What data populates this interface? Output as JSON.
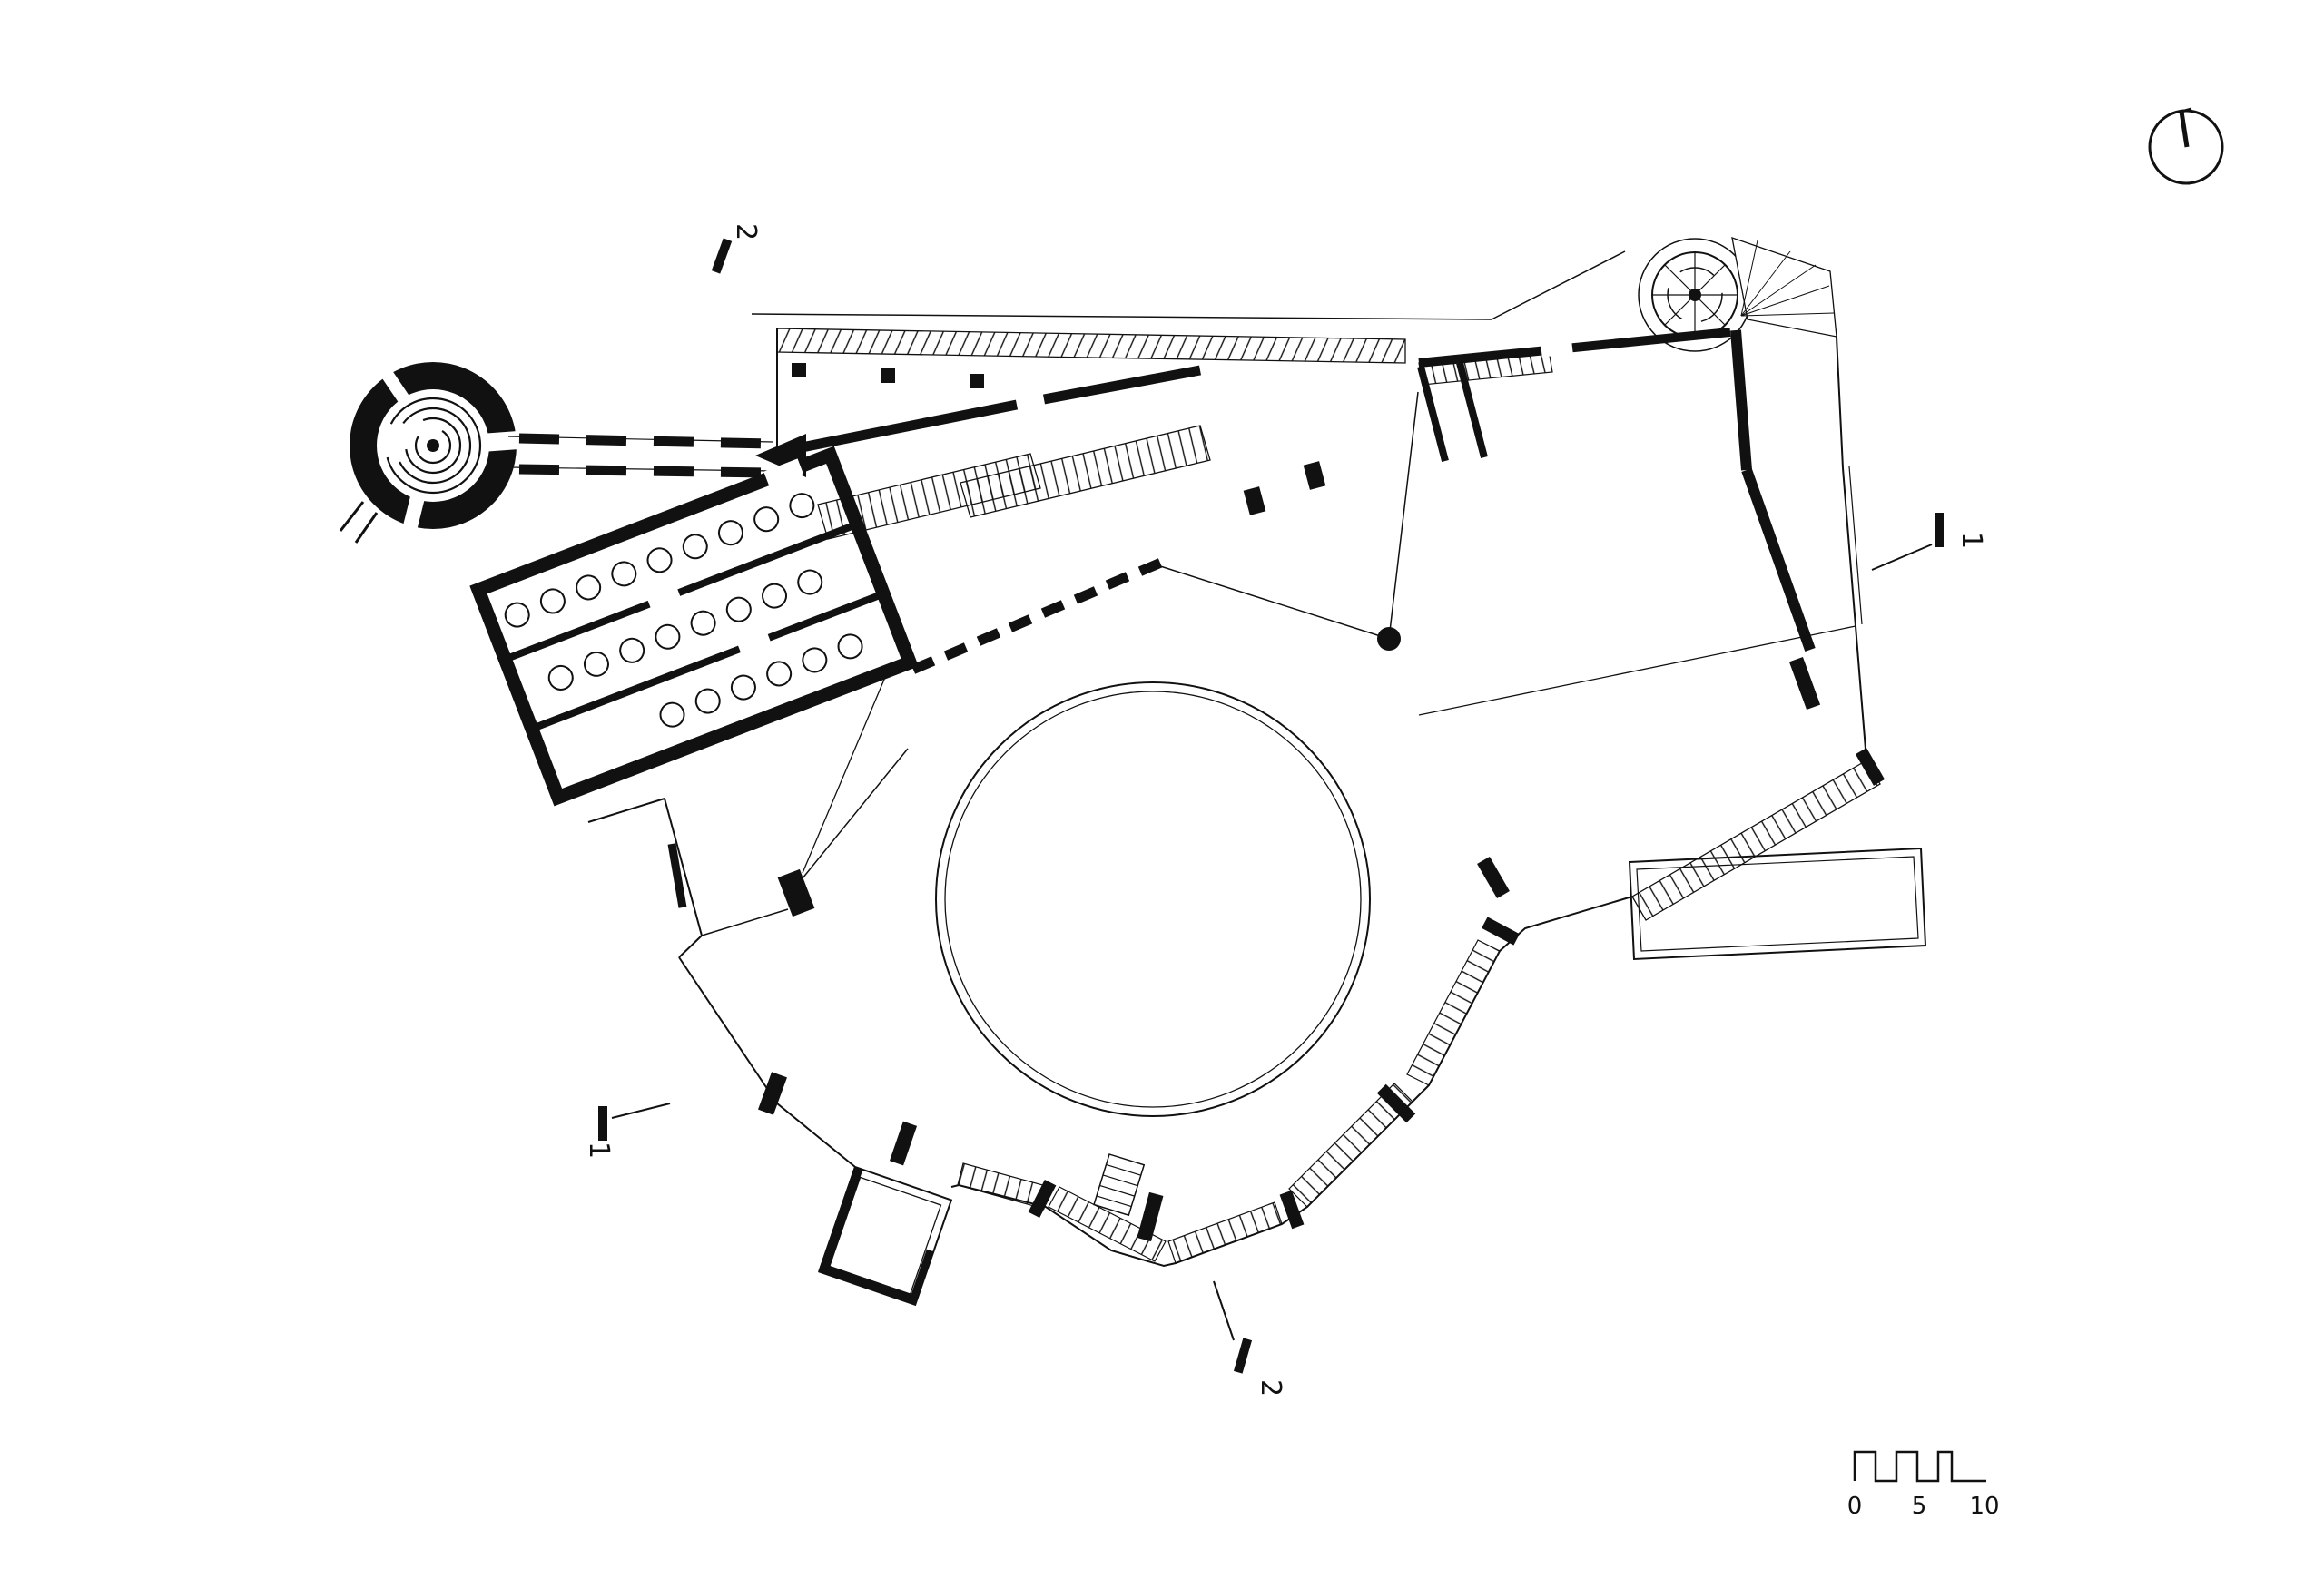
{
  "page": {
    "background": "#ffffff"
  },
  "plan": {
    "type": "architectural-floor-plan",
    "ink": "#111111"
  },
  "section_markers": {
    "top": "2",
    "right": "1",
    "left": "1",
    "bottom": "2"
  },
  "scale_bar": {
    "labels": {
      "start": "0",
      "mid": "5",
      "end": "10"
    }
  },
  "symbols": {
    "north_arrow": "north-arrow-icon",
    "spiral_stair": "spiral-stair-icon",
    "entry_drum": "circular-ramp-icon"
  }
}
